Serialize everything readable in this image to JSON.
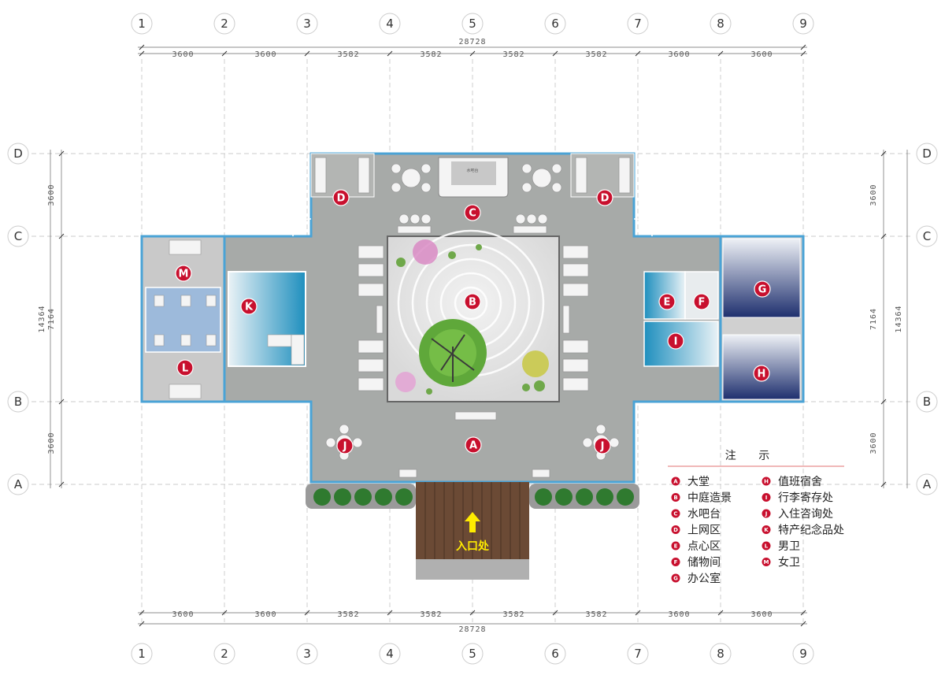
{
  "grid": {
    "columns": [
      "1",
      "2",
      "3",
      "4",
      "5",
      "6",
      "7",
      "8",
      "9"
    ],
    "rows": [
      "D",
      "C",
      "B",
      "A"
    ]
  },
  "dimensions": {
    "total_horizontal": "28728",
    "horizontal_segments": [
      "3600",
      "3600",
      "3582",
      "3582",
      "3582",
      "3582",
      "3600",
      "3600"
    ],
    "total_vertical": "14364",
    "vertical_segments": [
      "3600",
      "7164",
      "3600"
    ]
  },
  "rooms": [
    {
      "letter": "A",
      "name": "大堂"
    },
    {
      "letter": "B",
      "name": "中庭造景"
    },
    {
      "letter": "C",
      "name": "水吧台"
    },
    {
      "letter": "D",
      "name": "上网区"
    },
    {
      "letter": "E",
      "name": "点心区"
    },
    {
      "letter": "F",
      "name": "储物间"
    },
    {
      "letter": "G",
      "name": "办公室"
    },
    {
      "letter": "H",
      "name": "值班宿舍"
    },
    {
      "letter": "I",
      "name": "行李寄存处"
    },
    {
      "letter": "J",
      "name": "入住咨询处"
    },
    {
      "letter": "K",
      "name": "特产纪念品处"
    },
    {
      "letter": "L",
      "name": "男卫"
    },
    {
      "letter": "M",
      "name": "女卫"
    }
  ],
  "legend": {
    "title": "注 示"
  },
  "entrance_label": "入口处",
  "colors": {
    "tag_red": "#c8102e",
    "wall_blue": "#4aa3d6",
    "floor_gray": "#a7aaa8",
    "deck_brown": "#6b4a35",
    "entrance_yellow": "#ffeb00"
  }
}
